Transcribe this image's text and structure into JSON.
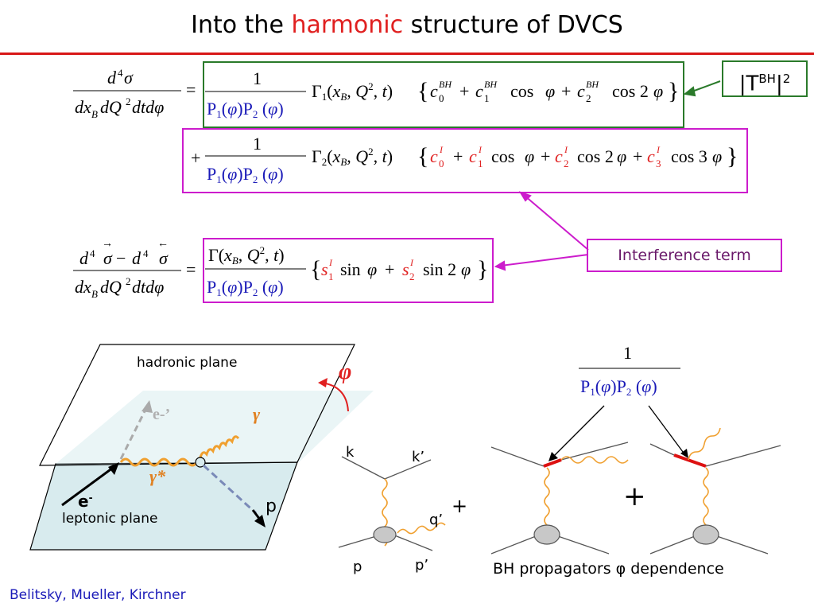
{
  "title": {
    "prefix": "Into the ",
    "highlight": "harmonic",
    "suffix": " structure of DVCS"
  },
  "labels": {
    "tbh_T": "|T",
    "tbh_sup": "BH",
    "tbh_end": "|",
    "tbh_sq": "2",
    "interference": "Interference term",
    "hadronic_plane": "hadronic plane",
    "leptonic_plane": "leptonic plane",
    "phi": "φ",
    "gamma": "γ",
    "gamma_star": "γ*",
    "e_minus": "e",
    "e_prime": "e-’",
    "p": "p",
    "k": "k",
    "k_prime": "k’",
    "q_prime": "q’",
    "p_bottom": "p",
    "p_prime": "p’",
    "plus1": "+",
    "plus2": "+",
    "bh_caption": "BH propagators φ dependence",
    "credit": "Belitsky, Mueller, Kirchner"
  },
  "formulas": {
    "one": "1",
    "P1P2": "P1(φ)P2(φ)",
    "eq": "="
  },
  "colors": {
    "title_highlight": "#e02020",
    "rule": "#d81818",
    "green_box": "#2a7a2a",
    "magenta_box": "#cc1ccc",
    "blue_text": "#1a1ab8",
    "red_coeff": "#e02020",
    "plane_fill": "#d8ebee",
    "photon_orange": "#f0a030",
    "propagator_red": "#dd1111"
  },
  "icons": [
    "arrow-icon",
    "wavy-photon-icon",
    "vertex-blob-icon"
  ]
}
